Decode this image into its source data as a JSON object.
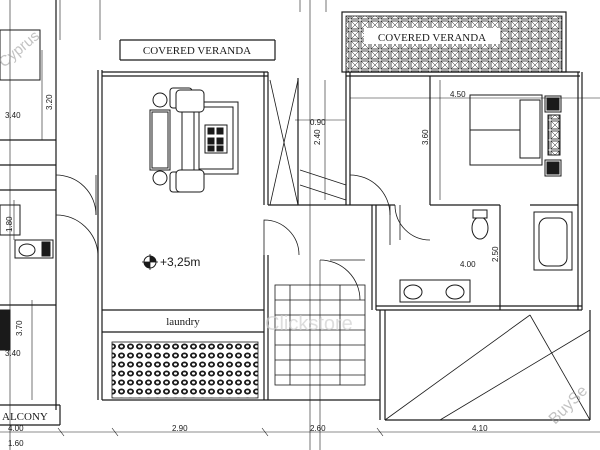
{
  "labels": {
    "veranda_left": "COVERED VERANDA",
    "veranda_right": "COVERED VERANDA",
    "laundry": "laundry",
    "balcony": "ALCONY",
    "level": "+3,25m"
  },
  "dimensions": {
    "d_340_top": "3.40",
    "d_320": "3.20",
    "d_090": "0.90",
    "d_240": "2.40",
    "d_450": "4.50",
    "d_360": "3.60",
    "d_180": "1.80",
    "d_400": "4.00",
    "d_250": "2.50",
    "d_370": "3.70",
    "d_340_bottom": "3.40",
    "d_bottom_400": "4.00",
    "d_bottom_290": "2.90",
    "d_bottom_260": "2.60",
    "d_bottom_410": "4.10",
    "d_bottom_160": "1.60"
  },
  "watermarks": {
    "corner_top": "Cyprus",
    "center": "Clickstore",
    "corner_bottom": "BuySe"
  },
  "colors": {
    "line": "#1a1a1a",
    "watermark": "#c8c8c8"
  }
}
